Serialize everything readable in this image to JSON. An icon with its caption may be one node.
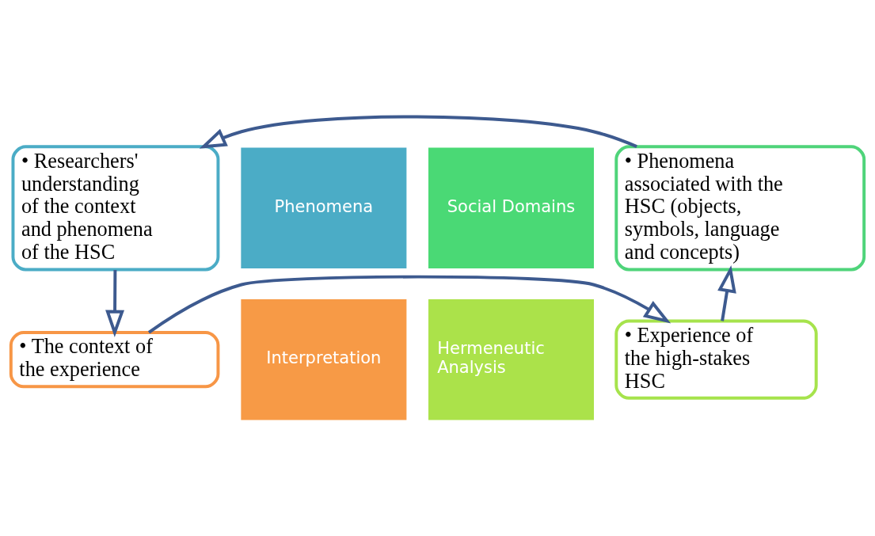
{
  "diagram": {
    "nodes": [
      {
        "text": [
          "• Researchers' understanding of the context and phenomena of the HSC"
        ]
      },
      {
        "text": [
          "• Phenomena associated with the HSC (objects, symbols, language and concepts)"
        ]
      },
      {
        "text": [
          "• The context of the experience"
        ]
      },
      {
        "text": [
          "• Experience of the high-stakes HSC"
        ]
      },
      {
        "text": [
          "Phenomena"
        ]
      },
      {
        "text": [
          "Social Domains"
        ]
      },
      {
        "text": [
          "Interpretation"
        ]
      },
      {
        "text": [
          "Hermeneutic Analysis"
        ]
      }
    ],
    "edges": [
      {
        "from": 1,
        "to": 0,
        "arrow": "to"
      },
      {
        "from": 0,
        "to": 2,
        "arrow": "to"
      },
      {
        "from": 2,
        "to": 3,
        "arrow": "to"
      },
      {
        "from": 3,
        "to": 1,
        "arrow": "to"
      }
    ]
  }
}
